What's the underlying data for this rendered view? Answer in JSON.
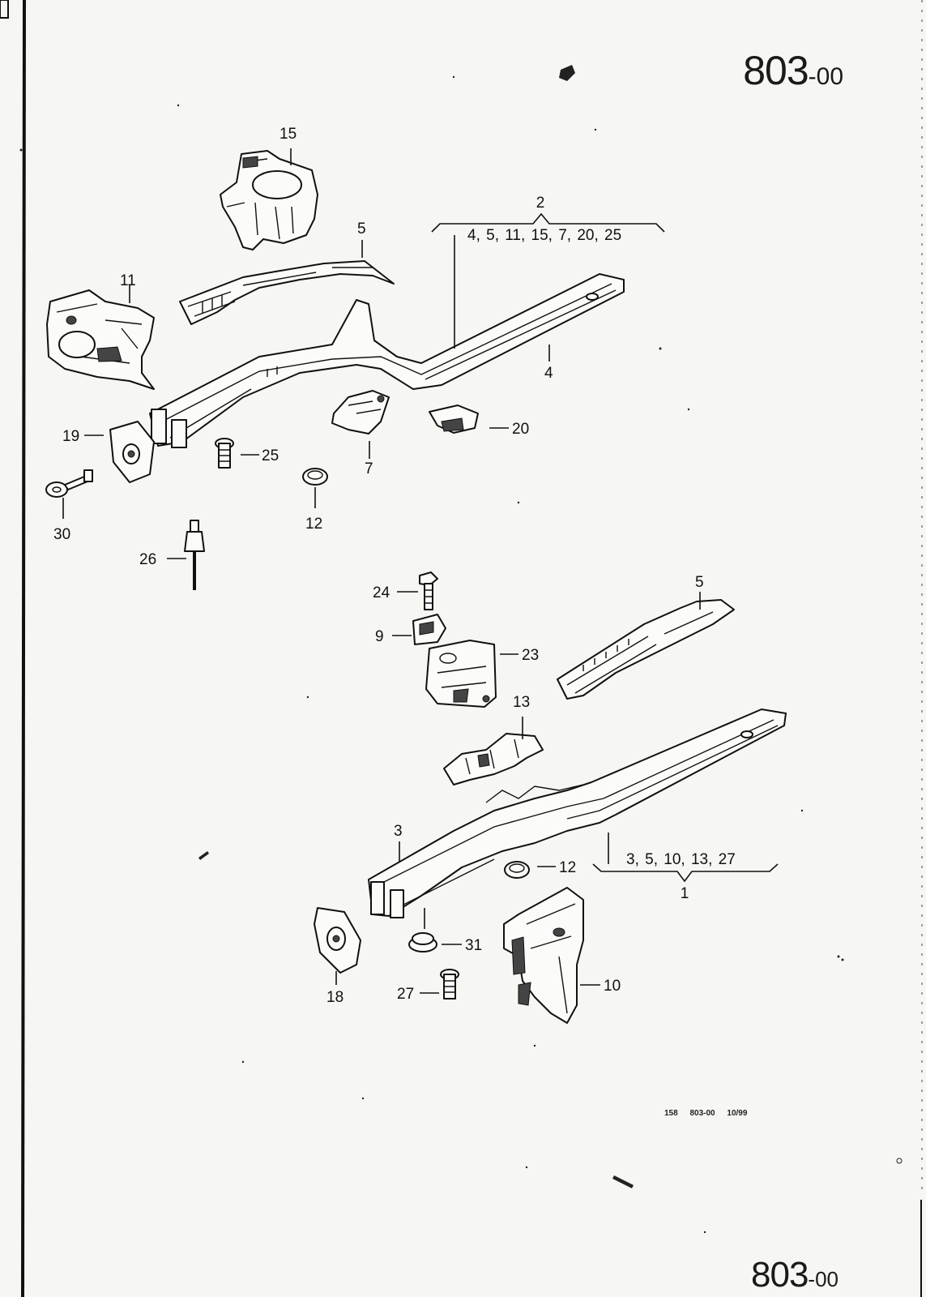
{
  "page_number": {
    "main": "803",
    "suffix": "-00"
  },
  "page_number_bottom": {
    "main": "803",
    "suffix": "-00"
  },
  "footer_reference": "158 803-00 10/99",
  "assemblies": [
    {
      "number": "2",
      "contents": "4, 5, 11, 15,  7, 20, 25"
    },
    {
      "number": "1",
      "contents": "3, 5, 10, 13,  27"
    }
  ],
  "callouts": [
    {
      "id": "15",
      "label": "15"
    },
    {
      "id": "5-upper",
      "label": "5"
    },
    {
      "id": "11",
      "label": "11"
    },
    {
      "id": "4",
      "label": "4"
    },
    {
      "id": "19",
      "label": "19"
    },
    {
      "id": "25",
      "label": "25"
    },
    {
      "id": "7",
      "label": "7"
    },
    {
      "id": "20",
      "label": "20"
    },
    {
      "id": "12-upper",
      "label": "12"
    },
    {
      "id": "30",
      "label": "30"
    },
    {
      "id": "26",
      "label": "26"
    },
    {
      "id": "24",
      "label": "24"
    },
    {
      "id": "9",
      "label": "9"
    },
    {
      "id": "23",
      "label": "23"
    },
    {
      "id": "5-lower",
      "label": "5"
    },
    {
      "id": "13",
      "label": "13"
    },
    {
      "id": "3",
      "label": "3"
    },
    {
      "id": "12-lower",
      "label": "12"
    },
    {
      "id": "31",
      "label": "31"
    },
    {
      "id": "18",
      "label": "18"
    },
    {
      "id": "27",
      "label": "27"
    },
    {
      "id": "10",
      "label": "10"
    }
  ]
}
